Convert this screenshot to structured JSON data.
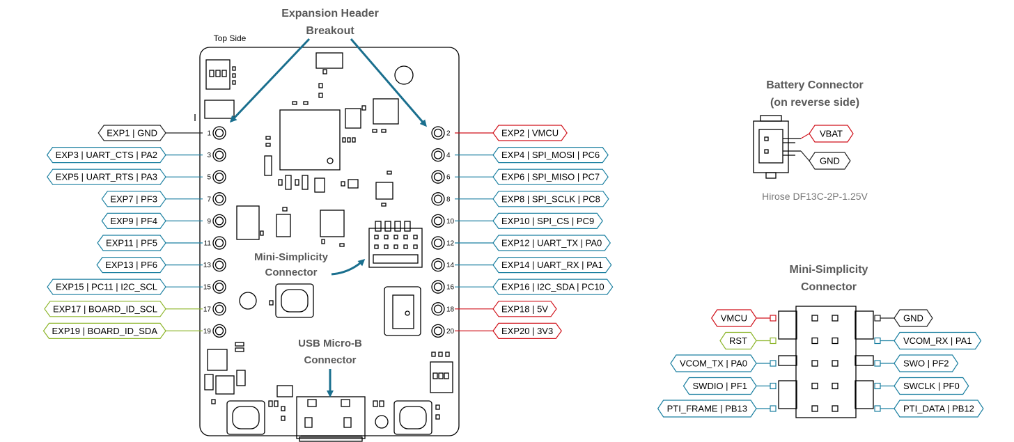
{
  "titles": {
    "expansion_header": [
      "Expansion Header",
      "Breakout"
    ],
    "top_side": "Top Side",
    "mini_simplicity_board": [
      "Mini-Simplicity",
      "Connector"
    ],
    "usb": [
      "USB Micro-B",
      "Connector"
    ],
    "battery": [
      "Battery Connector",
      "(on reverse side)"
    ],
    "battery_part": "Hirose DF13C-2P-1.25V",
    "mini_simplicity_right": [
      "Mini-Simplicity",
      "Connector"
    ]
  },
  "colors": {
    "black": "#222222",
    "red": "#d0121b",
    "blue": "#1a7fa0",
    "green": "#8db52a",
    "arrow": "#1a6f8e"
  },
  "pins": {
    "left": [
      {
        "num": "1",
        "label": "EXP1 | GND",
        "color": "black"
      },
      {
        "num": "3",
        "label": "EXP3 | UART_CTS | PA2",
        "color": "blue"
      },
      {
        "num": "5",
        "label": "EXP5 | UART_RTS | PA3",
        "color": "blue"
      },
      {
        "num": "7",
        "label": "EXP7 | PF3",
        "color": "blue"
      },
      {
        "num": "9",
        "label": "EXP9 | PF4",
        "color": "blue"
      },
      {
        "num": "11",
        "label": "EXP11 | PF5",
        "color": "blue"
      },
      {
        "num": "13",
        "label": "EXP13 | PF6",
        "color": "blue"
      },
      {
        "num": "15",
        "label": "EXP15 | PC11 | I2C_SCL",
        "color": "blue"
      },
      {
        "num": "17",
        "label": "EXP17 | BOARD_ID_SCL",
        "color": "green"
      },
      {
        "num": "19",
        "label": "EXP19 | BOARD_ID_SDA",
        "color": "green"
      }
    ],
    "right": [
      {
        "num": "2",
        "label": "EXP2 | VMCU",
        "color": "red"
      },
      {
        "num": "4",
        "label": "EXP4 | SPI_MOSI | PC6",
        "color": "blue"
      },
      {
        "num": "6",
        "label": "EXP6 | SPI_MISO | PC7",
        "color": "blue"
      },
      {
        "num": "8",
        "label": "EXP8  | SPI_SCLK | PC8",
        "color": "blue"
      },
      {
        "num": "10",
        "label": "EXP10 | SPI_CS | PC9",
        "color": "blue"
      },
      {
        "num": "12",
        "label": "EXP12 | UART_TX | PA0",
        "color": "blue"
      },
      {
        "num": "14",
        "label": "EXP14 | UART_RX | PA1",
        "color": "blue"
      },
      {
        "num": "16",
        "label": "EXP16 | I2C_SDA | PC10",
        "color": "blue"
      },
      {
        "num": "18",
        "label": "EXP18 | 5V",
        "color": "red"
      },
      {
        "num": "20",
        "label": "EXP20 | 3V3",
        "color": "red"
      }
    ]
  },
  "battery_pins": [
    {
      "label": "VBAT",
      "color": "red"
    },
    {
      "label": "GND",
      "color": "black"
    }
  ],
  "mini_simplicity": {
    "left": [
      {
        "label": "VMCU",
        "color": "red"
      },
      {
        "label": "RST",
        "color": "green"
      },
      {
        "label": "VCOM_TX | PA0",
        "color": "blue"
      },
      {
        "label": "SWDIO | PF1",
        "color": "blue"
      },
      {
        "label": "PTI_FRAME | PB13",
        "color": "blue"
      }
    ],
    "right": [
      {
        "label": "GND",
        "color": "black"
      },
      {
        "label": "VCOM_RX | PA1",
        "color": "blue"
      },
      {
        "label": "SWO | PF2",
        "color": "blue"
      },
      {
        "label": "SWCLK | PF0",
        "color": "blue"
      },
      {
        "label": "PTI_DATA | PB12",
        "color": "blue"
      }
    ]
  }
}
